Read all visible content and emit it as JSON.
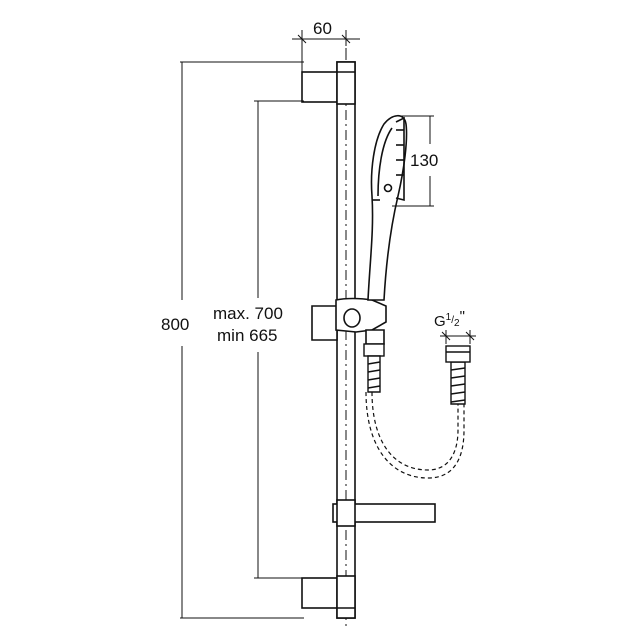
{
  "dimensions": {
    "overall_height": "800",
    "bracket_depth": "60",
    "bracket_spacing_max": "max. 700",
    "bracket_spacing_min": "min 665",
    "handshower_height": "130"
  },
  "connection": {
    "thread_letter": "G",
    "thread_numerator": "1",
    "thread_slash": "/",
    "thread_denominator": "2",
    "thread_unit": "\""
  },
  "colors": {
    "line": "#111111",
    "background": "#ffffff"
  }
}
